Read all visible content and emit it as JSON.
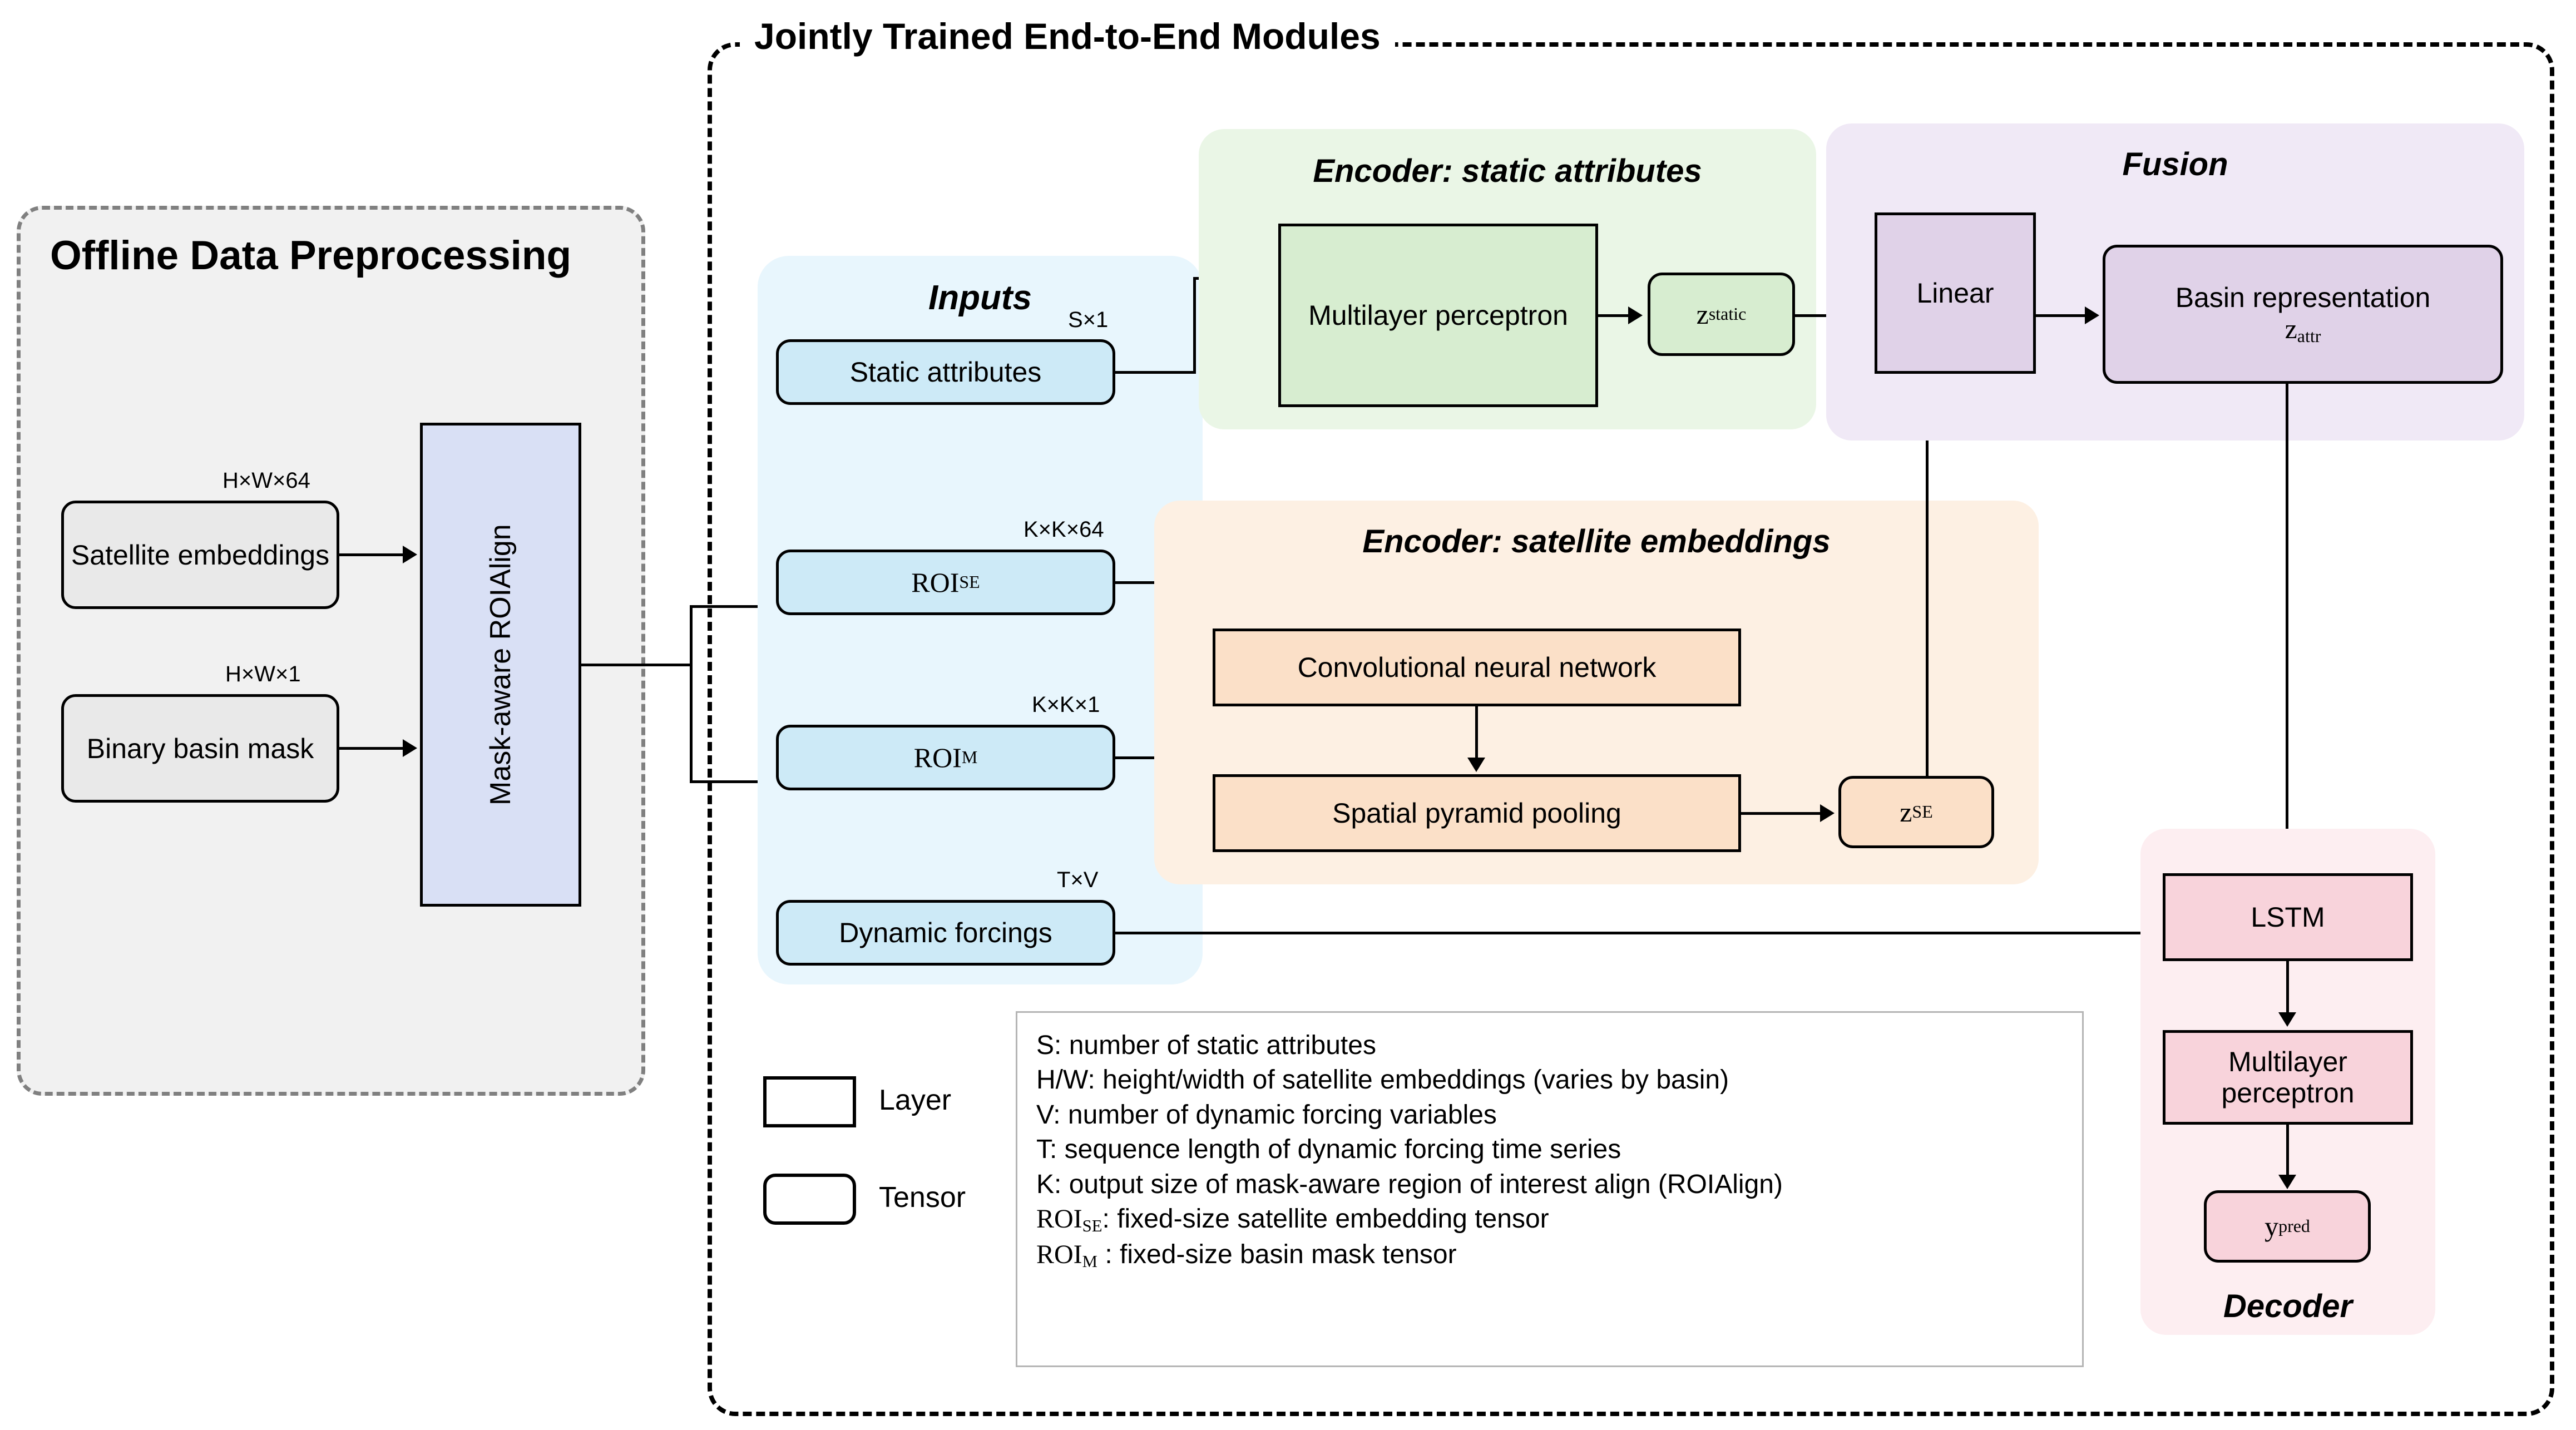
{
  "diagram": {
    "offline": {
      "title": "Offline Data Preprocessing",
      "nodes": {
        "satellite_embeddings": "Satellite embeddings",
        "binary_basin_mask": "Binary basin mask",
        "roialign": "Mask-aware ROIAlign"
      },
      "dims": {
        "satellite_embeddings": "H×W×64",
        "binary_basin_mask": "H×W×1"
      }
    },
    "jointly": {
      "title": "Jointly Trained End-to-End Modules"
    },
    "inputs": {
      "title": "Inputs",
      "nodes": {
        "static_attributes": "Static attributes",
        "roi_se": "ROI",
        "roi_se_sub": "SE",
        "roi_m": "ROI",
        "roi_m_sub": "M",
        "dynamic_forcings": "Dynamic forcings"
      },
      "dims": {
        "static_attributes": "S×1",
        "roi_se": "K×K×64",
        "roi_m": "K×K×1",
        "dynamic_forcings": "T×V"
      }
    },
    "encoder_static": {
      "title": "Encoder: static attributes",
      "nodes": {
        "mlp": "Multilayer perceptron",
        "z_static": "z",
        "z_static_sub": "static"
      }
    },
    "encoder_satellite": {
      "title": "Encoder: satellite embeddings",
      "nodes": {
        "cnn": "Convolutional neural network",
        "spp": "Spatial pyramid pooling",
        "z_se": "z",
        "z_se_sub": "SE"
      }
    },
    "fusion": {
      "title": "Fusion",
      "nodes": {
        "linear": "Linear",
        "basin_representation": "Basin representation",
        "z_attr": "z",
        "z_attr_sub": "attr"
      }
    },
    "decoder": {
      "title": "Decoder",
      "nodes": {
        "lstm": "LSTM",
        "mlp": "Multilayer perceptron",
        "y_pred": "y",
        "y_pred_sub": "pred"
      }
    },
    "shape_key": {
      "layer": "Layer",
      "tensor": "Tensor"
    },
    "legend": {
      "lines": [
        "S: number of static attributes",
        "H/W: height/width of satellite embeddings (varies by basin)",
        "V: number of dynamic forcing variables",
        "T: sequence length of dynamic forcing time series",
        "K: output size of mask-aware region of interest align (ROIAlign)"
      ],
      "roi_se_prefix": "ROI",
      "roi_se_sub": "SE",
      "roi_se_text": ": fixed-size satellite embedding tensor",
      "roi_m_prefix": "ROI",
      "roi_m_sub": "M",
      "roi_m_text": " : fixed-size basin mask tensor"
    },
    "colors": {
      "offline_bg": "#f1f1f1",
      "inputs_bg": "#e8f6fd",
      "encoder_static_bg": "#eaf6e6",
      "encoder_satellite_bg": "#fdf0e3",
      "fusion_bg": "#f0e9f6",
      "decoder_bg": "#fdeef1",
      "node_gray": "#e9e9e9",
      "node_roialign": "#d9e0f5",
      "node_blue": "#cdeaf7",
      "node_green": "#d7edd0",
      "node_orange": "#fbe0c8",
      "node_purple": "#e0d2e8",
      "node_pink": "#f8d3db"
    }
  }
}
